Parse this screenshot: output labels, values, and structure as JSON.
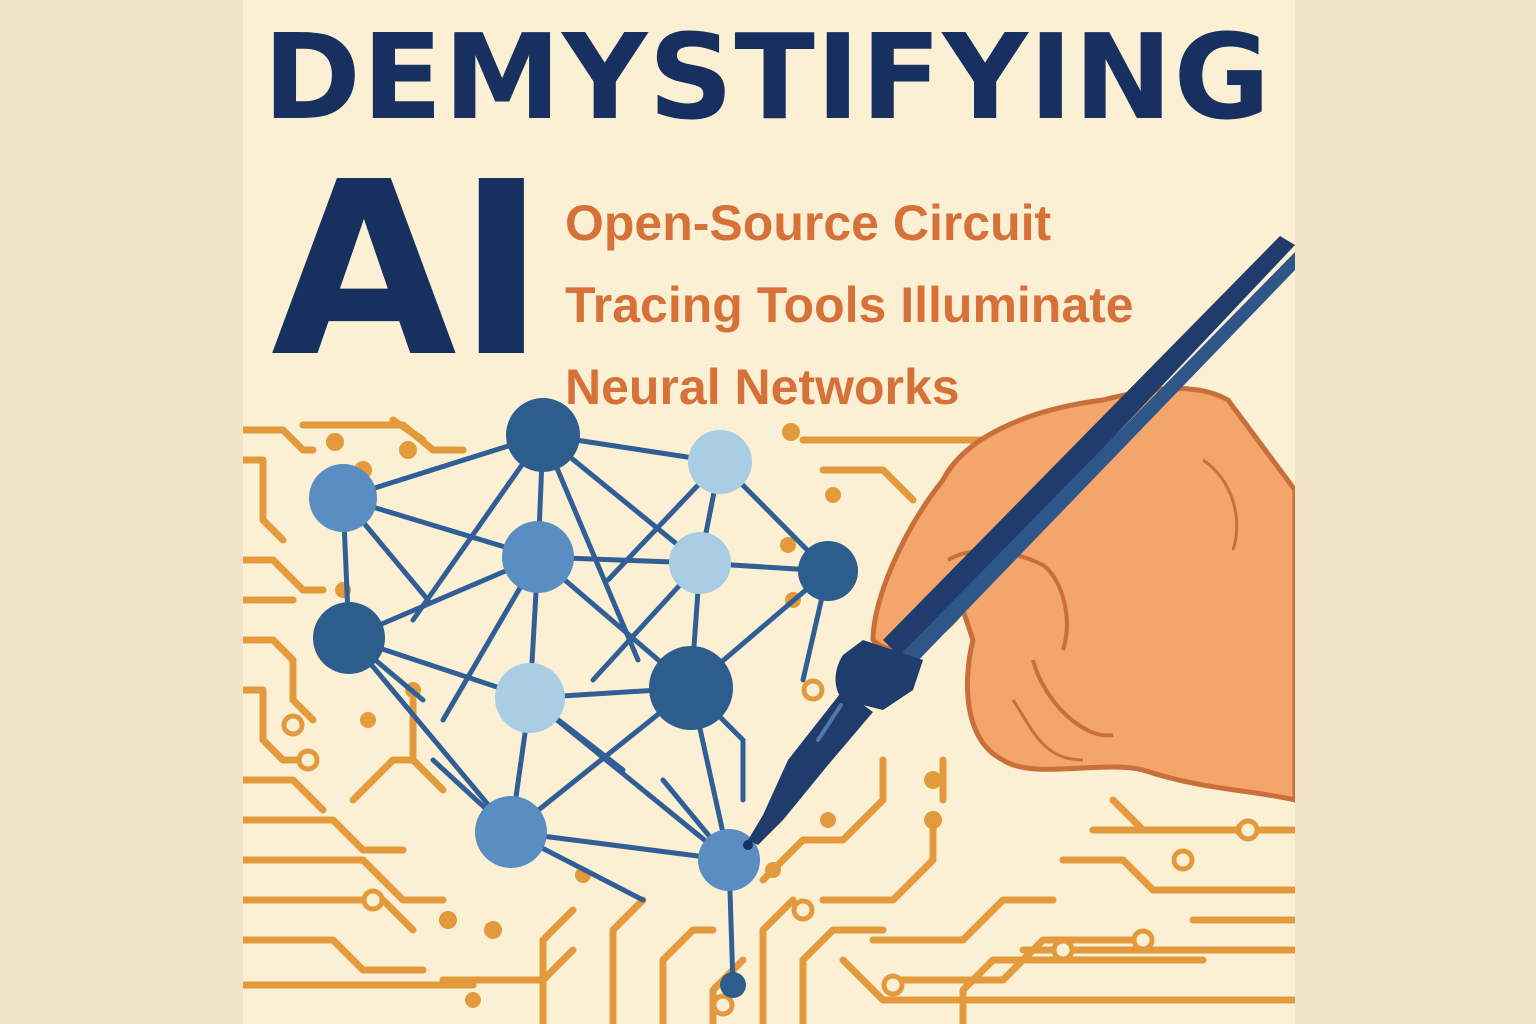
{
  "cover": {
    "title_line1": "DEMYSTIFYING",
    "title_line2": "AI",
    "subtitle_lines": [
      "Open-Source Circuit",
      "Tracing Tools Illuminate",
      "Neural Networks"
    ]
  },
  "colors": {
    "background": "#f0e3c6",
    "canvas": "#fbf0d3",
    "title": "#17305f",
    "subtitle": "#d7713a",
    "circuit_trace": "#e39a3c",
    "node_dark": "#2c5d8d",
    "node_mid": "#5a8dc2",
    "node_light": "#a9cde3",
    "edge": "#2f5f96",
    "pen": "#1f3c6c",
    "skin": "#f3a56c",
    "skin_outline": "#c9703a"
  },
  "illustration": {
    "network_icon": "neural-network-icon",
    "circuit_icon": "circuit-board-icon",
    "hand_icon": "hand-holding-pen-icon",
    "pen_icon": "tracing-pen-icon"
  }
}
